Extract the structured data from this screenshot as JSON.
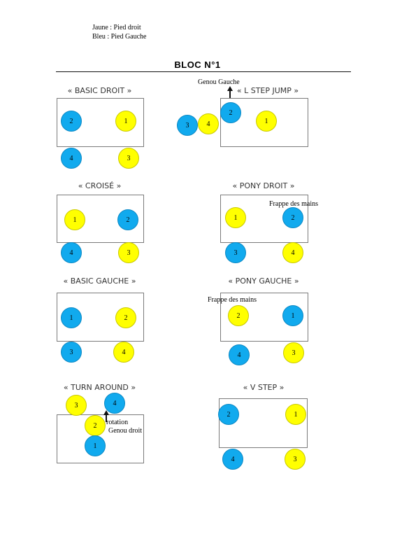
{
  "legend": {
    "line1": "Jaune : Pied droit",
    "line2": "Bleu : Pied Gauche"
  },
  "title": "BLOC N°1",
  "colors": {
    "yellow": "#ffff00",
    "blue": "#11aaee"
  },
  "steps": {
    "basic_droit": {
      "title": "« BASIC DROIT »",
      "n1": "1",
      "n2": "2",
      "n3": "3",
      "n4": "4"
    },
    "l_step_jump": {
      "title": "« L STEP JUMP »",
      "n1": "1",
      "n2": "2",
      "n3": "3",
      "n4": "4",
      "note": "Genou Gauche"
    },
    "croise": {
      "title": "« CROISÉ »",
      "n1": "1",
      "n2": "2",
      "n3": "3",
      "n4": "4"
    },
    "pony_droit": {
      "title": "« PONY DROIT »",
      "n1": "1",
      "n2": "2",
      "n3": "3",
      "n4": "4",
      "note": "Frappe des mains"
    },
    "basic_gauche": {
      "title": "« BASIC GAUCHE »",
      "n1": "1",
      "n2": "2",
      "n3": "3",
      "n4": "4"
    },
    "pony_gauche": {
      "title": "« PONY GAUCHE »",
      "n1": "1",
      "n2": "2",
      "n3": "3",
      "n4": "4",
      "note": "Frappe des mains"
    },
    "turn_around": {
      "title": "« TURN AROUND »",
      "n1": "1",
      "n2": "2",
      "n3": "3",
      "n4": "4",
      "note1": "rotation",
      "note2": "Genou droit"
    },
    "v_step": {
      "title": "« V STEP »",
      "n1": "1",
      "n2": "2",
      "n3": "3",
      "n4": "4"
    }
  }
}
